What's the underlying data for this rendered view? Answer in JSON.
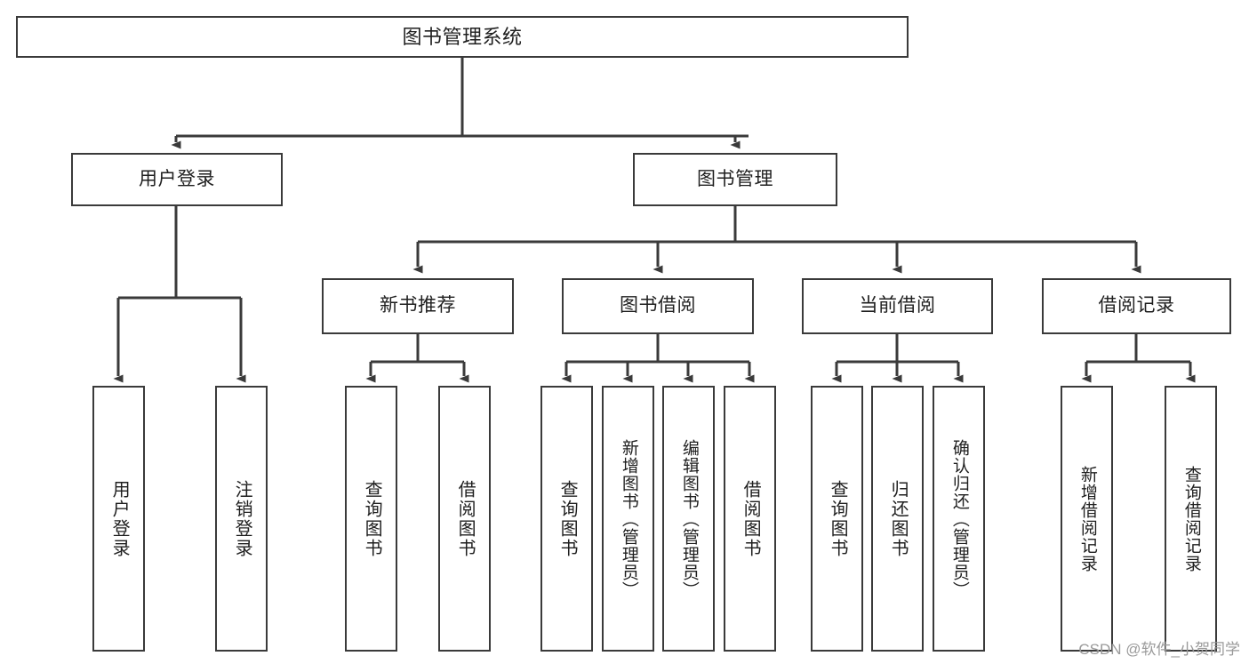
{
  "diagram": {
    "title": "图书管理系统",
    "type": "tree-hierarchy-diagram",
    "theme": {
      "stroke": "#3a3a3a",
      "fill": "#ffffff",
      "text": "#1f1f1f",
      "watermark_color": "#9a9a9a"
    },
    "root": {
      "label": "图书管理系统"
    },
    "level2": [
      {
        "label": "用户登录"
      },
      {
        "label": "图书管理"
      }
    ],
    "level3": [
      {
        "label": "新书推荐"
      },
      {
        "label": "图书借阅"
      },
      {
        "label": "当前借阅"
      },
      {
        "label": "借阅记录"
      }
    ],
    "leaves": {
      "user_login": [
        {
          "label": "用户登录"
        },
        {
          "label": "注销登录"
        }
      ],
      "new_book_recommend": [
        {
          "label": "查询图书"
        },
        {
          "label": "借阅图书"
        }
      ],
      "book_borrow": [
        {
          "label": "查询图书"
        },
        {
          "label": "新增图书（管理员）"
        },
        {
          "label": "编辑图书（管理员）"
        },
        {
          "label": "借阅图书"
        }
      ],
      "current_borrow": [
        {
          "label": "查询图书"
        },
        {
          "label": "归还图书"
        },
        {
          "label": "确认归还（管理员）"
        }
      ],
      "borrow_record": [
        {
          "label": "新增借阅记录"
        },
        {
          "label": "查询借阅记录"
        }
      ]
    }
  },
  "watermark": {
    "text": "CSDN @软件_小贺同学"
  }
}
